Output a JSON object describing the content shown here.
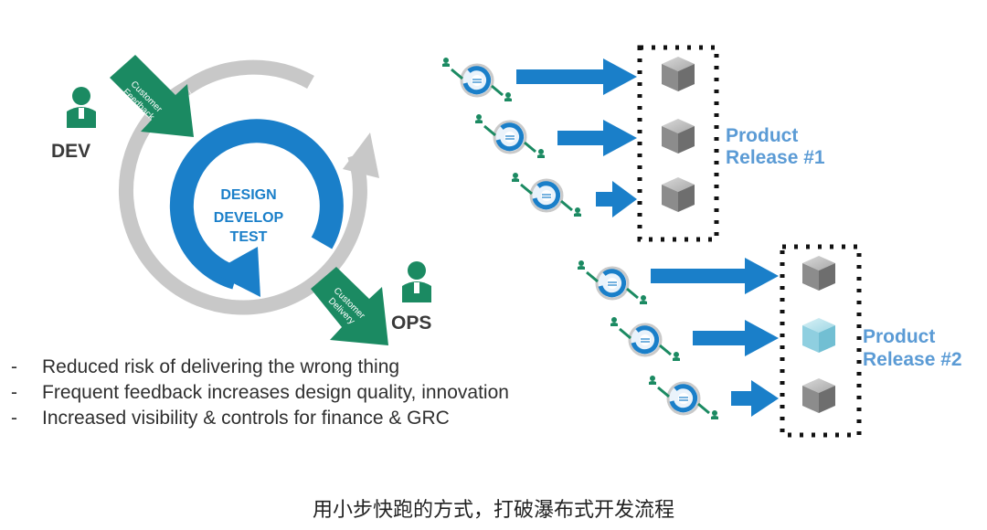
{
  "cycle": {
    "dev_label": "DEV",
    "ops_label": "OPS",
    "center_lines": [
      "DESIGN",
      "DEVELOP",
      "TEST"
    ],
    "feedback_lines": [
      "Customer",
      "Feedback"
    ],
    "delivery_lines": [
      "Customer",
      "Delivery"
    ]
  },
  "releases": [
    {
      "line1": "Product",
      "line2": "Release #1"
    },
    {
      "line1": "Product",
      "line2": "Release #2"
    }
  ],
  "bullets": [
    "Reduced risk of delivering the wrong thing",
    "Frequent feedback increases design quality, innovation",
    "Increased visibility & controls for finance & GRC"
  ],
  "caption": "用小步快跑的方式，打破瀑布式开发流程",
  "colors": {
    "blue": "#1a7fc9",
    "green": "#1b8a62",
    "grey": "#c8c8c8",
    "label_blue": "#5b9bd5",
    "dark_text": "#3a3a3a"
  }
}
